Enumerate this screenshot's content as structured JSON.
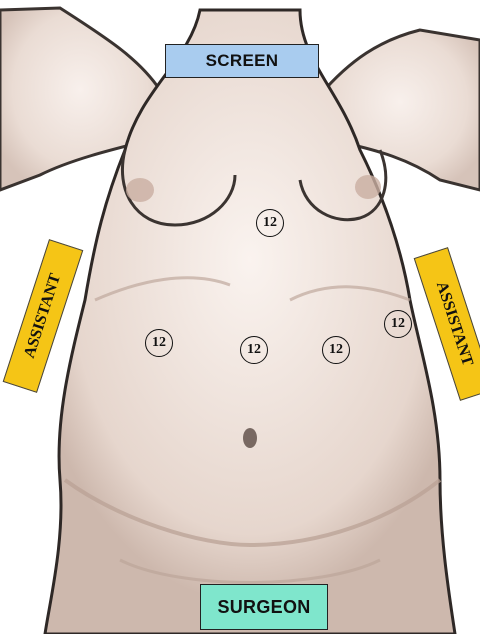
{
  "labels": {
    "screen": "SCREEN",
    "surgeon": "SURGEON",
    "assistant_left": "ASSISTANT",
    "assistant_right": "ASSISTANT"
  },
  "ports": [
    {
      "id": "port-upper-midline",
      "label": "12"
    },
    {
      "id": "port-left-lateral",
      "label": "12"
    },
    {
      "id": "port-center",
      "label": "12"
    },
    {
      "id": "port-right-mid",
      "label": "12"
    },
    {
      "id": "port-right-lateral",
      "label": "12"
    }
  ],
  "colors": {
    "screen_box": "#a9ccef",
    "surgeon_box": "#7fe6cc",
    "assistant_box": "#f5c516",
    "skin": "#eee3dc",
    "skin_shadow": "#cdbab0"
  }
}
